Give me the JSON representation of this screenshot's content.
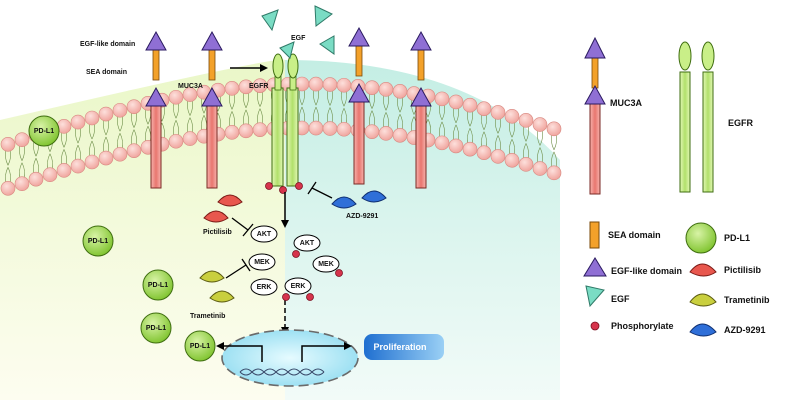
{
  "labels": {
    "egf_like_domain": "EGF-like domain",
    "sea_domain": "SEA domain",
    "muc3a": "MUC3A",
    "egfr": "EGFR",
    "egf": "EGF",
    "pdl1": "PD-L1",
    "pictilisib": "Pictilisib",
    "trametinib": "Trametinib",
    "azd9291": "AZD-9291",
    "akt": "AKT",
    "mek": "MEK",
    "erk": "ERK",
    "proliferation": "Proliferation"
  },
  "legend": {
    "muc3a": "MUC3A",
    "egfr": "EGFR",
    "sea_domain": "SEA domain",
    "pdl1": "PD-L1",
    "egf_like_domain": "EGF-like domain",
    "pictilisib": "Pictilisib",
    "egf": "EGF",
    "trametinib": "Trametinib",
    "phosphorylate": "Phosphorylate",
    "azd9291": "AZD-9291"
  },
  "colors": {
    "left_cytoplasm": "#dff2b8",
    "right_cytoplasm": "#c9efe6",
    "membrane_bead": "#f4b7b3",
    "muc_stem": "#f08d86",
    "sea_domain": "#f3a12a",
    "egf_like": "#8f6fd4",
    "egf": "#6fd8c0",
    "egfr": "#bde872",
    "pdl1": "#8ccf3a",
    "pictilisib": "#e8574e",
    "trametinib": "#c9cf3e",
    "azd9291": "#2f6fd8",
    "phospho": "#d6344c",
    "nucleus": "#bff0f8",
    "proliferation": "#3a8ddb"
  }
}
